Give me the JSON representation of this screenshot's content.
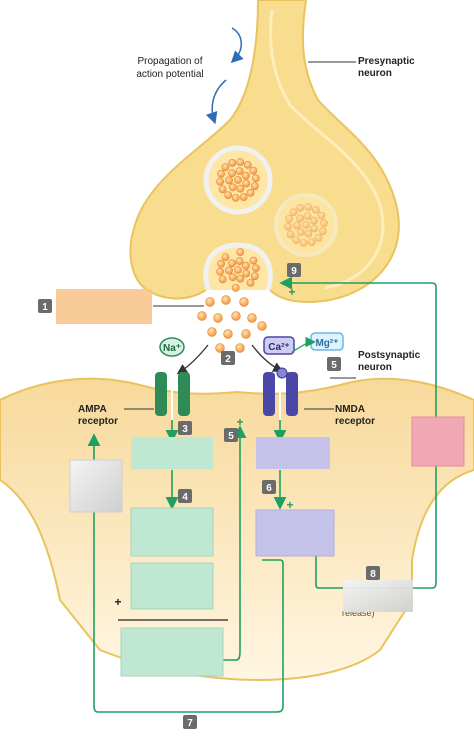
{
  "labels": {
    "propagation_line1": "Propagation of",
    "propagation_line2": "action potential",
    "presynaptic_line1": "Presynaptic",
    "presynaptic_line2": "neuron",
    "postsynaptic_line1": "Postsynaptic",
    "postsynaptic_line2": "neuron",
    "ampa_line1": "AMPA",
    "ampa_line2": "receptor",
    "nmda_line1": "NMDA",
    "nmda_line2": "receptor",
    "na_ion": "Na⁺",
    "ca_ion": "Ca²⁺",
    "mg_ion": "Mg²⁺",
    "plus_sign": "+",
    "partial_text": "release)"
  },
  "step_badges": [
    "1",
    "2",
    "3",
    "4",
    "5",
    "5",
    "6",
    "7",
    "8",
    "9"
  ],
  "colors": {
    "neuron_fill": "#f8dd8e",
    "neuron_edge": "#e9c35e",
    "green_arrow": "#1f9f62",
    "ampa_channel": "#2e8b57",
    "nmda_channel": "#4b47a6",
    "badge": "#6b6b6b",
    "box_orange": "#f7c58e",
    "box_green": "#bfe7d2",
    "box_purple": "#c6c3ea",
    "box_pink": "#f0a9b4",
    "box_gray": "#d9d9d9"
  }
}
